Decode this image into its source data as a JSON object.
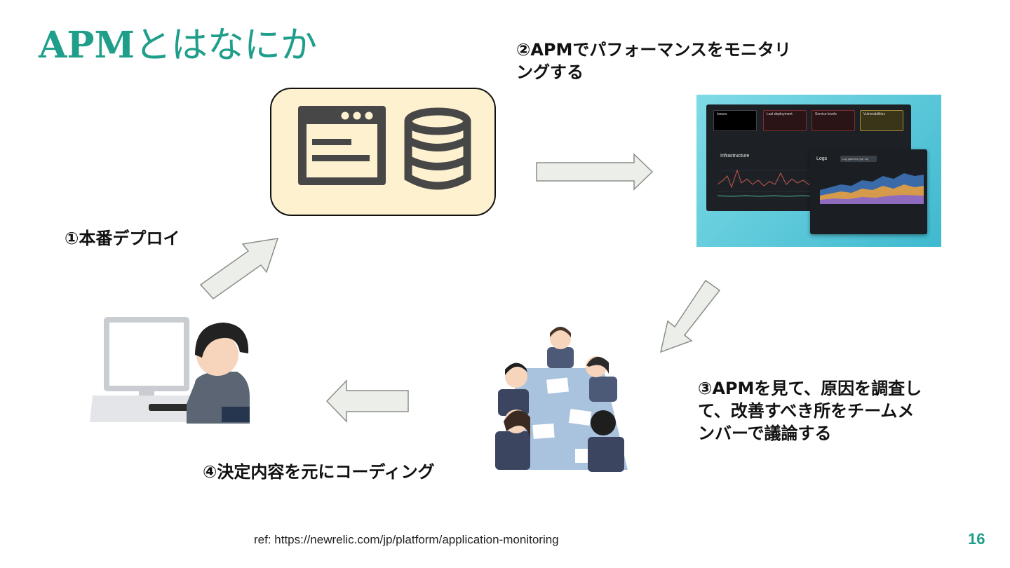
{
  "title": {
    "latin": "APM",
    "japanese": "とはなにか"
  },
  "steps": {
    "step1": "①本番デプロイ",
    "step2_line1": "②APMでパフォーマンスをモニタリ",
    "step2_line2": "ングする",
    "step3_line1": "③APMを見て、原因を調査し",
    "step3_line2": "て、改善すべき所をチームメ",
    "step3_line2b": "ンバーで議論する",
    "step4": "④決定内容を元にコーディング"
  },
  "dashboard": {
    "tiles": [
      "Issues",
      "Last deployment",
      "Service levels",
      "Vulnerabilities"
    ],
    "infrastructure": "Infrastructure",
    "logs": "Logs",
    "logs_filter": "Log patterns (top 10)"
  },
  "reference": "ref: https://newrelic.com/jp/platform/application-monitoring",
  "page_number": "16",
  "colors": {
    "accent": "#1f9e8a",
    "deploy_box": "#fdf1cf",
    "arrow_fill": "#eceee9",
    "arrow_stroke": "#8a8f88"
  }
}
